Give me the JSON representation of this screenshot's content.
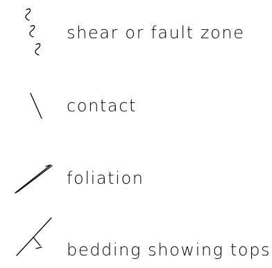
{
  "legend": {
    "items": [
      {
        "icon": "shear-zone-wavy-line-icon",
        "label": "shear or fault zone"
      },
      {
        "icon": "contact-line-icon",
        "label": "contact"
      },
      {
        "icon": "foliation-symbol-icon",
        "label": "foliation"
      },
      {
        "icon": "bedding-tops-symbol-icon",
        "label": "bedding showing tops"
      }
    ]
  },
  "colors": {
    "ink": "#000000",
    "background": "#ffffff"
  }
}
